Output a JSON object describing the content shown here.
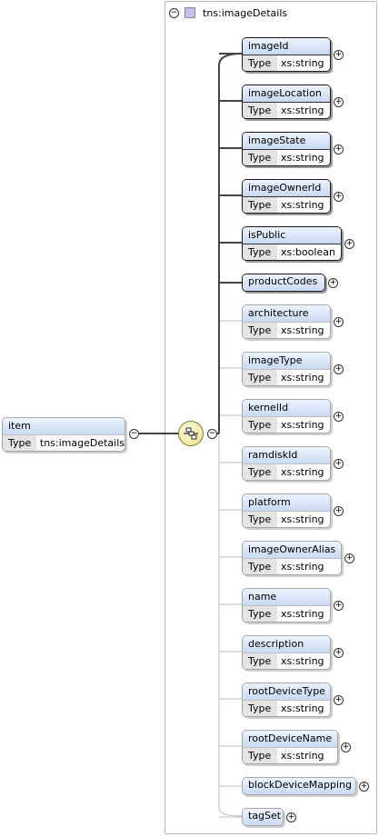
{
  "complex_type": {
    "title": "tns:imageDetails",
    "collapse_symbol": "−"
  },
  "root": {
    "name": "item",
    "type_label": "Type",
    "type": "tns:imageDetails",
    "collapse_symbol": "−"
  },
  "sequence": {
    "icon": "sequence-compositor-icon",
    "collapse_symbol": "−"
  },
  "expand_symbol": "+",
  "type_label": "Type",
  "elements": [
    {
      "name": "imageId",
      "type": "xs:string",
      "required": true
    },
    {
      "name": "imageLocation",
      "type": "xs:string",
      "required": true
    },
    {
      "name": "imageState",
      "type": "xs:string",
      "required": true
    },
    {
      "name": "imageOwnerId",
      "type": "xs:string",
      "required": true
    },
    {
      "name": "isPublic",
      "type": "xs:boolean",
      "required": true
    },
    {
      "name": "productCodes",
      "type": "",
      "required": true
    },
    {
      "name": "architecture",
      "type": "xs:string",
      "required": false
    },
    {
      "name": "imageType",
      "type": "xs:string",
      "required": false
    },
    {
      "name": "kernelId",
      "type": "xs:string",
      "required": false
    },
    {
      "name": "ramdiskId",
      "type": "xs:string",
      "required": false
    },
    {
      "name": "platform",
      "type": "xs:string",
      "required": false
    },
    {
      "name": "imageOwnerAlias",
      "type": "xs:string",
      "required": false
    },
    {
      "name": "name",
      "type": "xs:string",
      "required": false
    },
    {
      "name": "description",
      "type": "xs:string",
      "required": false
    },
    {
      "name": "rootDeviceType",
      "type": "xs:string",
      "required": false
    },
    {
      "name": "rootDeviceName",
      "type": "xs:string",
      "required": false
    },
    {
      "name": "blockDeviceMapping",
      "type": "",
      "required": false
    },
    {
      "name": "tagSet",
      "type": "",
      "required": false
    }
  ]
}
